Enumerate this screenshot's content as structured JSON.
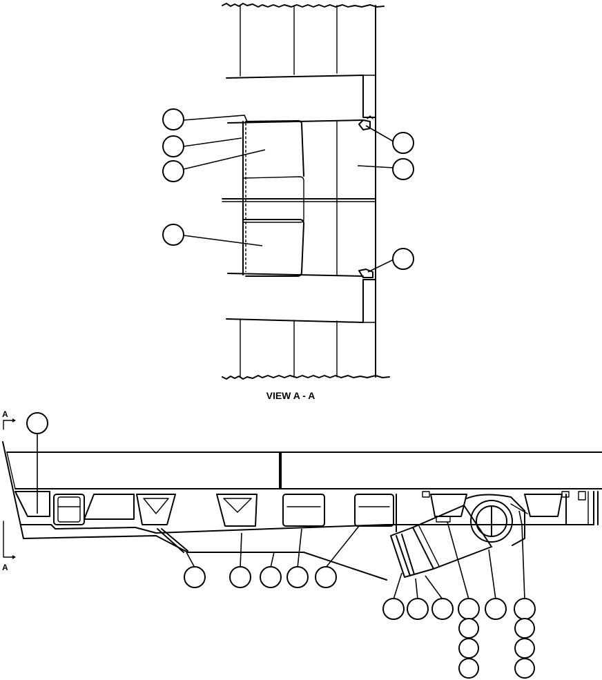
{
  "view_caption": "VIEW A - A",
  "section_marker": {
    "top_letter": "A",
    "bottom_letter": "A"
  }
}
